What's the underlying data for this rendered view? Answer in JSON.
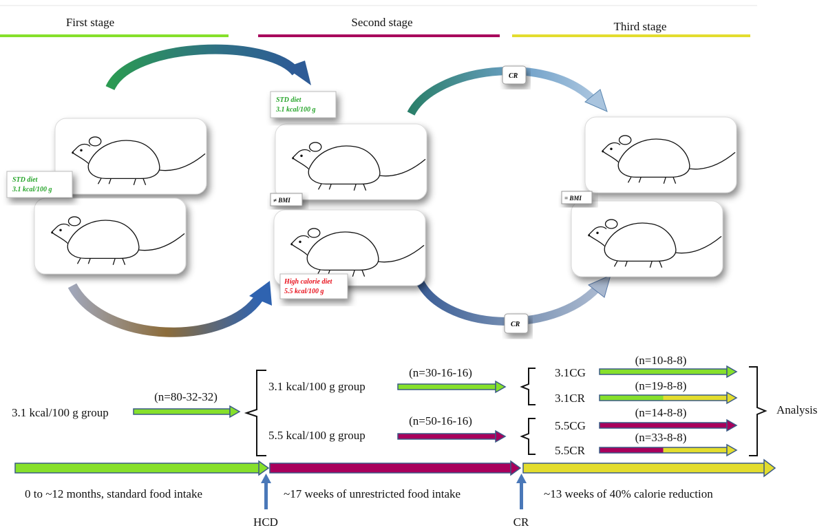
{
  "colors": {
    "green": "#86e02b",
    "magenta": "#a8005c",
    "yellow": "#e3dd2e",
    "arrow_outline": "#3a5a86",
    "diet_green": "#27a52b",
    "diet_red": "#e8101b"
  },
  "stages": [
    {
      "label": "First stage",
      "color": "#86e02b"
    },
    {
      "label": "Second stage",
      "color": "#a8005c"
    },
    {
      "label": "Third stage",
      "color": "#e3dd2e"
    }
  ],
  "diet_labels": {
    "std_left": {
      "line1": "STD diet",
      "line2": "3.1 kcal/100 g"
    },
    "std_top": {
      "line1": "STD diet",
      "line2": "3.1 kcal/100 g"
    },
    "high": {
      "line1": "High calorie diet",
      "line2": "5.5 kcal/100 g"
    }
  },
  "tags": {
    "neq_bmi": "≠ BMI",
    "eq_bmi": "= BMI",
    "cr_top": "CR",
    "cr_bottom": "CR"
  },
  "flow": {
    "start_group": "3.1 kcal/100 g group",
    "start_n": "(n=80-32-32)",
    "group_31": "3.1 kcal/100 g group",
    "group_31_n": "(n=30-16-16)",
    "group_55": "5.5 kcal/100 g group",
    "group_55_n": "(n=50-16-16)",
    "sub": [
      {
        "label": "3.1CG",
        "n": "(n=10-8-8)"
      },
      {
        "label": "3.1CR",
        "n": "(n=19-8-8)"
      },
      {
        "label": "5.5CG",
        "n": "(n=14-8-8)"
      },
      {
        "label": "5.5CR",
        "n": "(n=33-8-8)"
      }
    ],
    "analysis": "Analysis"
  },
  "timeline": {
    "segment1": "0 to ~12 months, standard food intake",
    "segment2": "~17 weeks of unrestricted food intake",
    "segment3": "~13 weeks of 40% calorie reduction",
    "marker1": "HCD",
    "marker2": "CR"
  }
}
